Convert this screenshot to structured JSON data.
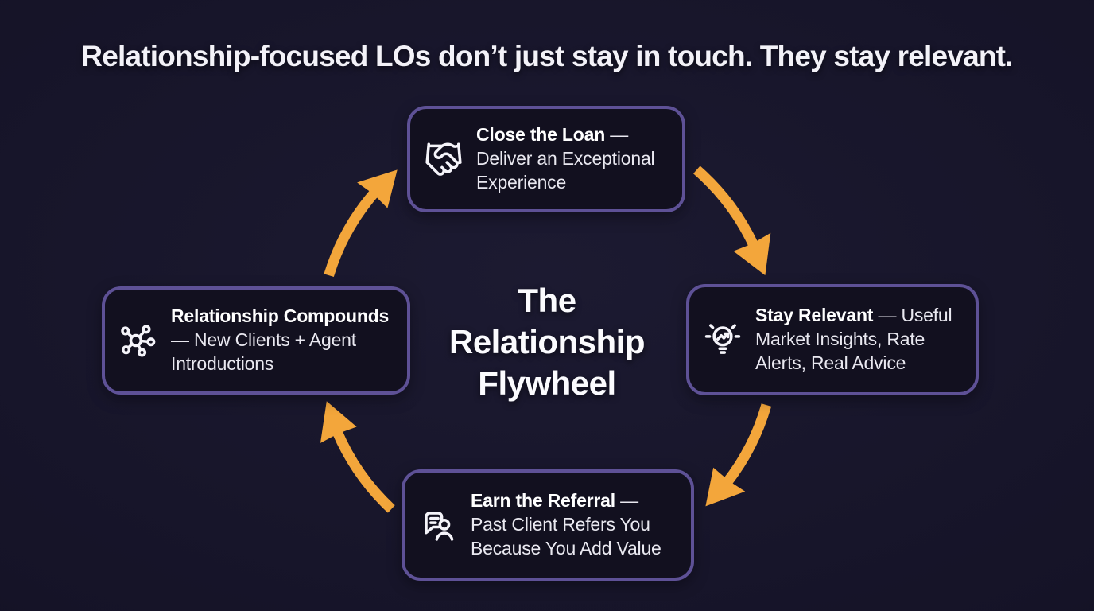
{
  "headline": "Relationship-focused LOs don’t just stay in touch. They stay relevant.",
  "center_title": "The\nRelationship\nFlywheel",
  "colors": {
    "background": "#151327",
    "node_fill": "#12101f",
    "node_border": "#5e5196",
    "arrow": "#f3a63b",
    "text_primary": "#ffffff",
    "text_secondary": "#e9e8f0"
  },
  "nodes": [
    {
      "position": "top",
      "icon": "handshake-icon",
      "title": "Close the Loan",
      "description": "—\nDeliver an Exceptional\nExperience"
    },
    {
      "position": "right",
      "icon": "lightbulb-insight-icon",
      "title": "Stay Relevant",
      "description": "— Useful\nMarket Insights, Rate\nAlerts, Real Advice"
    },
    {
      "position": "bottom",
      "icon": "chat-referral-icon",
      "title": "Earn the Referral",
      "description": "—\nPast Client Refers You\nBecause You Add Value"
    },
    {
      "position": "left",
      "icon": "network-icon",
      "title": "Relationship Compounds",
      "description": "\n— New Clients + Agent\nIntroductions"
    }
  ]
}
